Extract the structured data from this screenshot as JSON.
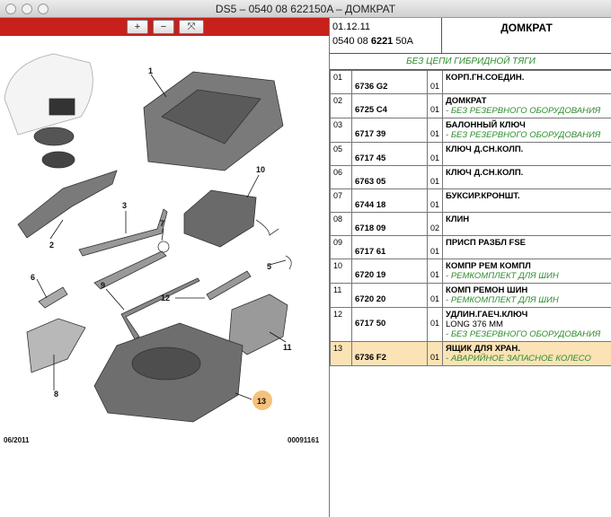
{
  "window": {
    "title": "DS5 – 0540 08 622150A – ДОМКРАТ"
  },
  "toolbar": {
    "zoom_in": "+",
    "zoom_out": "−",
    "zoom_fit": "⤧"
  },
  "diagram": {
    "footer_left": "06/2011",
    "footer_right": "00091161",
    "callouts": [
      "1",
      "2",
      "3",
      "5",
      "6",
      "7",
      "8",
      "9",
      "10",
      "11",
      "12",
      "13"
    ]
  },
  "header": {
    "date": "01.12.11",
    "ref_a": "0540 08 ",
    "ref_b": "6221",
    "ref_c": " 50A",
    "name": "ДОМКРАТ"
  },
  "note": "БЕЗ ЦЕПИ ГИБРИДНОЙ ТЯГИ",
  "rows": [
    {
      "pos": "01",
      "code_a": "6736 G2",
      "qty": "01",
      "name": "КОРП.ГН.СОЕДИН.",
      "sub": "",
      "hl": false
    },
    {
      "pos": "02",
      "code_a": "6725 C4",
      "qty": "01",
      "name": "ДОМКРАТ",
      "sub": "- БЕЗ РЕЗЕРВНОГО ОБОРУДОВАНИЯ",
      "hl": false
    },
    {
      "pos": "03",
      "code_a": "6717 39",
      "qty": "01",
      "name": "БАЛОННЫЙ КЛЮЧ",
      "sub": "- БЕЗ РЕЗЕРВНОГО ОБОРУДОВАНИЯ",
      "hl": false
    },
    {
      "pos": "05",
      "code_a": "6717 45",
      "qty": "01",
      "name": "КЛЮЧ Д.СН.КОЛП.",
      "sub": "",
      "hl": false
    },
    {
      "pos": "06",
      "code_a": "6763 05",
      "qty": "01",
      "name": "КЛЮЧ Д.СН.КОЛП.",
      "sub": "",
      "hl": false
    },
    {
      "pos": "07",
      "code_a": "6744 18",
      "qty": "01",
      "name": "БУКСИР.КРОНШТ.",
      "sub": "",
      "hl": false
    },
    {
      "pos": "08",
      "code_a": "6718 09",
      "qty": "02",
      "name": "КЛИН",
      "sub": "",
      "hl": false
    },
    {
      "pos": "09",
      "code_a": "6717 61",
      "qty": "01",
      "name": "ПРИСП РАЗБЛ FSE",
      "sub": "",
      "hl": false
    },
    {
      "pos": "10",
      "code_a": "6720 19",
      "qty": "01",
      "name": "КОМПР РЕМ КОМПЛ",
      "sub": "- РЕМКОМПЛЕКТ ДЛЯ ШИН",
      "hl": false
    },
    {
      "pos": "11",
      "code_a": "6720 20",
      "qty": "01",
      "name": "КОМП РЕМОН ШИН",
      "sub": "- РЕМКОМПЛЕКТ ДЛЯ ШИН",
      "hl": false
    },
    {
      "pos": "12",
      "code_a": "6717 50",
      "qty": "01",
      "name": "УДЛИН.ГАЕЧ.КЛЮЧ",
      "name2": "LONG 376 MM",
      "sub": "- БЕЗ РЕЗЕРВНОГО ОБОРУДОВАНИЯ",
      "hl": false
    },
    {
      "pos": "13",
      "code_a": "6736 F2",
      "qty": "01",
      "name": "ЯЩИК ДЛЯ ХРАН.",
      "sub": "- АВАРИЙНОЕ ЗАПАСНОЕ КОЛЕСО",
      "hl": true
    }
  ]
}
